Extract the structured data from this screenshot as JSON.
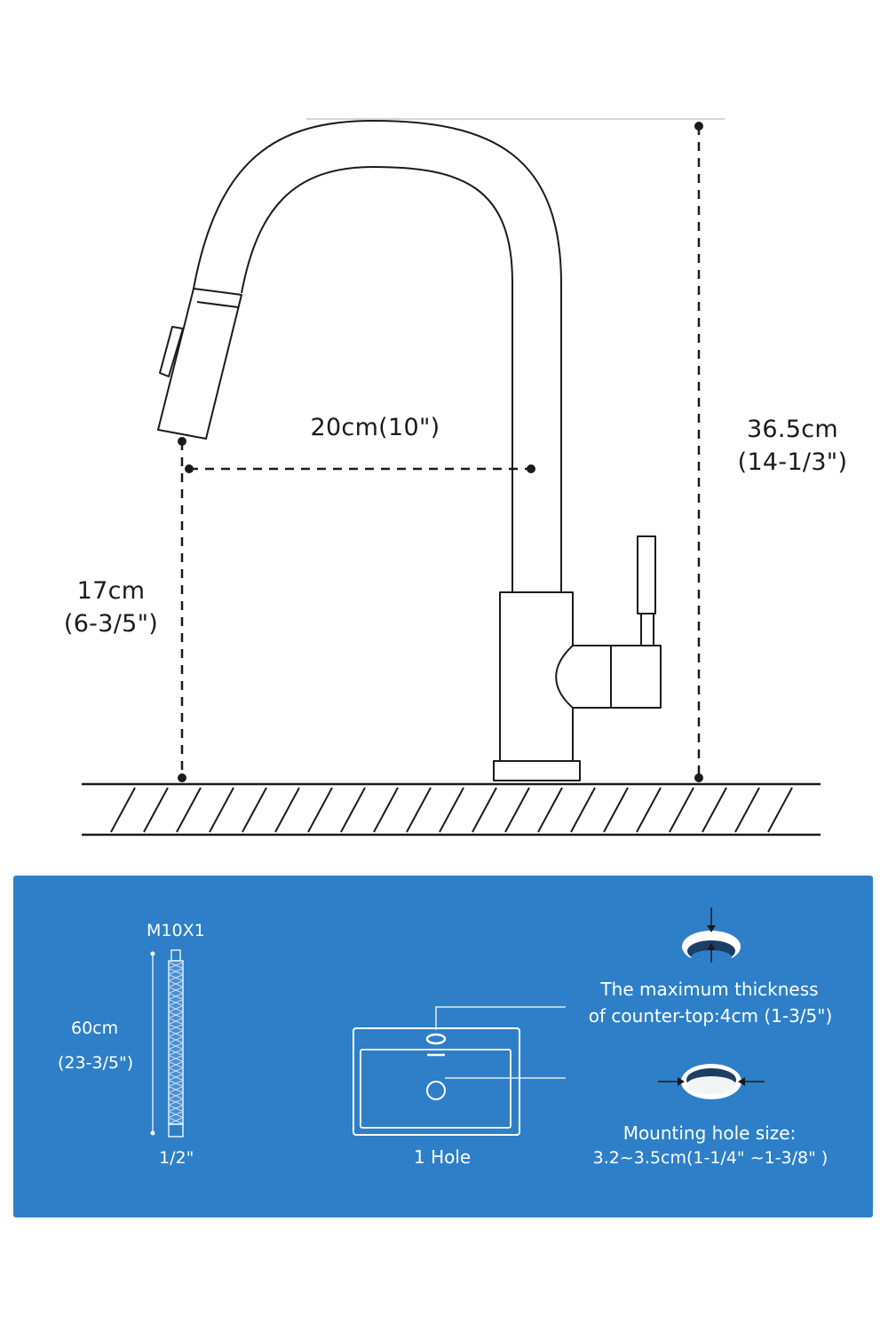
{
  "dimensions": {
    "spout_reach": "20cm(10\")",
    "total_height_cm": "36.5cm",
    "total_height_in": "(14-1/3\")",
    "spout_height_cm": "17cm",
    "spout_height_in": "(6-3/5\")"
  },
  "specs": {
    "hose_thread": "M10X1",
    "hose_length_cm": "60cm",
    "hose_length_in": "(23-3/5\")",
    "hose_connector": "1/2\"",
    "hole_count": "1 Hole",
    "thickness_line1": "The maximum thickness",
    "thickness_line2": "of counter-top:4cm (1-3/5\")",
    "hole_size_line1": "Mounting hole size:",
    "hole_size_line2": "3.2~3.5cm(1-1/4\" ~1-3/8\" )"
  },
  "colors": {
    "panel": "#2e7fc8",
    "line": "#1b1b1b"
  }
}
